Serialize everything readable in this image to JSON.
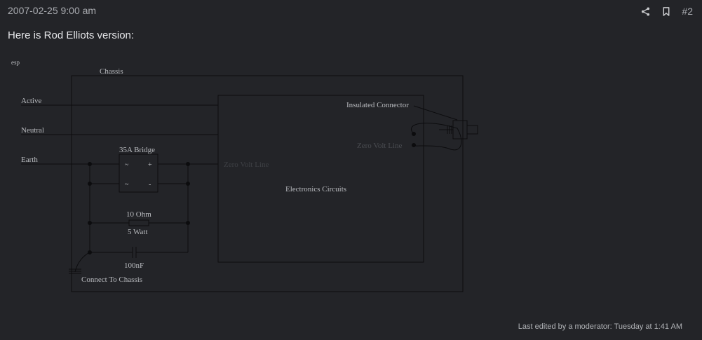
{
  "post": {
    "date": "2007-02-25 9:00 am",
    "number": "#2",
    "text": "Here is Rod Elliots version:",
    "edit_note": "Last edited by a moderator: Tuesday at 1:41 AM"
  },
  "actions": {
    "share_icon": "share-icon",
    "bookmark_icon": "bookmark-icon"
  },
  "diagram": {
    "corner_mark": "esp",
    "chassis": "Chassis",
    "active": "Active",
    "neutral": "Neutral",
    "earth": "Earth",
    "bridge": "35A Bridge",
    "bridge_ac": "~",
    "bridge_plus": "+",
    "bridge_minus": "-",
    "resistor_value": "10 Ohm",
    "resistor_power": "5 Watt",
    "capacitor": "100nF",
    "connect_chassis": "Connect To Chassis",
    "zero_volt_left": "Zero Volt Line",
    "zero_volt_right": "Zero Volt Line",
    "electronics": "Electronics Circuits",
    "insulated_connector": "Insulated Connector"
  }
}
